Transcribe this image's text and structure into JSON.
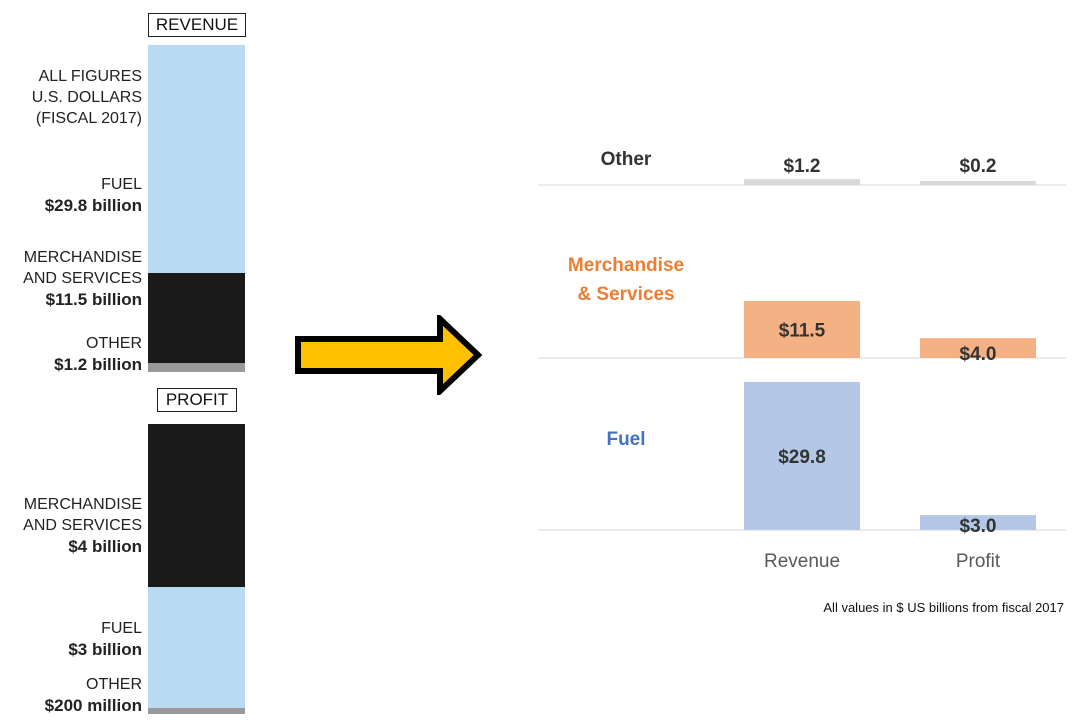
{
  "left": {
    "revenue_title": "REVENUE",
    "profit_title": "PROFIT",
    "note_lines": [
      "ALL FIGURES",
      "U.S. DOLLARS",
      "(FISCAL 2017)"
    ],
    "revenue_labels": [
      {
        "lines": [
          "FUEL"
        ],
        "value": "$29.8 billion"
      },
      {
        "lines": [
          "MERCHANDISE",
          "AND SERVICES"
        ],
        "value": "$11.5 billion"
      },
      {
        "lines": [
          "OTHER"
        ],
        "value": "$1.2 billion"
      }
    ],
    "profit_labels": [
      {
        "lines": [
          "MERCHANDISE",
          "AND SERVICES"
        ],
        "value": "$4 billion"
      },
      {
        "lines": [
          "FUEL"
        ],
        "value": "$3 billion"
      },
      {
        "lines": [
          "OTHER"
        ],
        "value": "$200 million"
      }
    ],
    "colors": {
      "fuel": "#b9dbf2",
      "merch": "#1a1a1a",
      "other": "#999999"
    }
  },
  "chart_data": [
    {
      "type": "bar",
      "stacked": true,
      "categories": [
        "REVENUE",
        "PROFIT"
      ],
      "series": [
        {
          "name": "FUEL",
          "values": [
            29.8,
            3.0
          ]
        },
        {
          "name": "MERCHANDISE AND SERVICES",
          "values": [
            11.5,
            4.0
          ]
        },
        {
          "name": "OTHER",
          "values": [
            1.2,
            0.2
          ]
        }
      ]
    },
    {
      "type": "bar",
      "categories": [
        "Revenue",
        "Profit"
      ],
      "series": [
        {
          "name": "Fuel",
          "values": [
            29.8,
            3.0
          ],
          "labels": [
            "$29.8",
            "$3.0"
          ],
          "color": "#b4c7e7",
          "label_color": "#4472c4"
        },
        {
          "name": "Merchandise & Services",
          "values": [
            11.5,
            4.0
          ],
          "labels": [
            "$11.5",
            "$4.0"
          ],
          "color": "#f4b183",
          "label_color": "#ed7d31"
        },
        {
          "name": "Other",
          "values": [
            1.2,
            0.2
          ],
          "labels": [
            "$1.2",
            "$0.2"
          ],
          "color": "#d9d9d9",
          "label_color": "#333333"
        }
      ],
      "series_name_lines": [
        [
          "Fuel"
        ],
        [
          "Merchandise",
          "& Services"
        ],
        [
          "Other"
        ]
      ],
      "footnote": "All values in $ US billions from fiscal 2017"
    }
  ],
  "arrow": {
    "fill": "#ffc000",
    "stroke": "#000000"
  }
}
